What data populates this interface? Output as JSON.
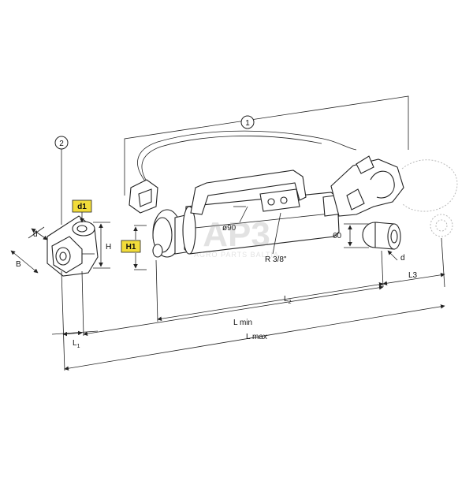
{
  "diagram": {
    "callouts": [
      "1",
      "2"
    ],
    "highlight_labels": [
      "d1",
      "H1"
    ],
    "highlight_color": "#f2dc3a",
    "dimension_labels": {
      "d_fork": "d",
      "B": "B",
      "H": "H",
      "L1_main": "L",
      "L1_sub": "1",
      "diameter": "ø90",
      "thread": "R 3/8\"",
      "sixty": "60",
      "d_ball": "d",
      "L2_main": "L",
      "L2_sub": "2",
      "L3": "L3",
      "Lmin": "L min",
      "Lmax": "L max"
    },
    "watermark": {
      "logo": "AP3",
      "text": "AGRO PARTS BALTIA"
    }
  }
}
